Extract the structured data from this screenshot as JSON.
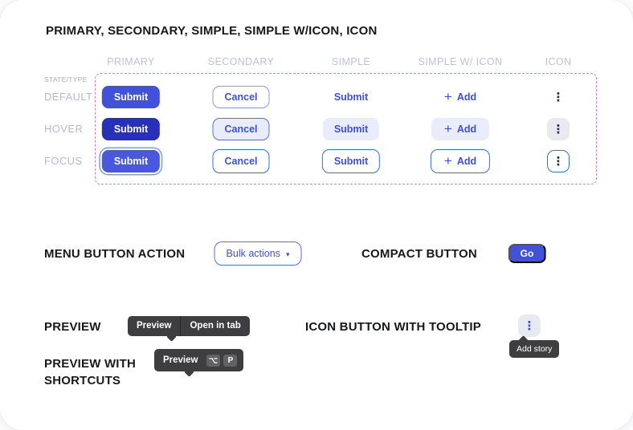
{
  "header": {
    "title": "PRIMARY, SECONDARY, SIMPLE, SIMPLE W/ICON, ICON"
  },
  "table": {
    "corner_label": "STATE/TYPE",
    "columns": [
      "PRIMARY",
      "SECONDARY",
      "SIMPLE",
      "SIMPLE W/ ICON",
      "ICON"
    ],
    "row_labels": [
      "DEFAULT",
      "HOVER",
      "FOCUS"
    ],
    "primary_label": "Submit",
    "secondary_label": "Cancel",
    "simple_label": "Submit",
    "add_label": "Add",
    "plus_glyph": "+",
    "kebab_glyph": "⋮"
  },
  "menu_action": {
    "heading": "MENU BUTTON ACTION",
    "button_label": "Bulk actions",
    "caret_glyph": "▾"
  },
  "compact": {
    "heading": "COMPACT BUTTON",
    "button_label": "Go"
  },
  "preview": {
    "heading": "PREVIEW",
    "tooltip_items": [
      "Preview",
      "Open in tab"
    ]
  },
  "icon_tooltip": {
    "heading": "ICON BUTTON WITH TOOLTIP",
    "kebab_glyph": "⋮",
    "tooltip_label": "Add story"
  },
  "preview_shortcuts": {
    "heading": "PREVIEW WITH SHORTCUTS",
    "tooltip_label": "Preview",
    "key1_icon": "option-key",
    "key2": "P"
  },
  "colors": {
    "accent": "#4152d9",
    "accent_dark": "#2830b8",
    "accent_focus": "#4a58dd",
    "accent_text": "#3d50d6",
    "focus_border": "#2e6fe2",
    "focus_ring": "#7b9ce8",
    "secondary_border": "#8b97e6",
    "secondary_border_hover": "#5a6fdd",
    "menu_border": "#5a6ce0",
    "hover_fill": "#e9ecfb",
    "icon_hover_fill": "#e9eaef",
    "icon_button_fill": "#e8eaf3",
    "kebab_dark": "#243061",
    "dashed_border": "#c07ff0",
    "muted_header": "#bcc3d6",
    "muted_row": "#b3bbca",
    "muted_corner": "#a0aabf",
    "tooltip_bg": "#3e3e40",
    "key_bg": "#626264",
    "heading_text": "#16181d"
  }
}
